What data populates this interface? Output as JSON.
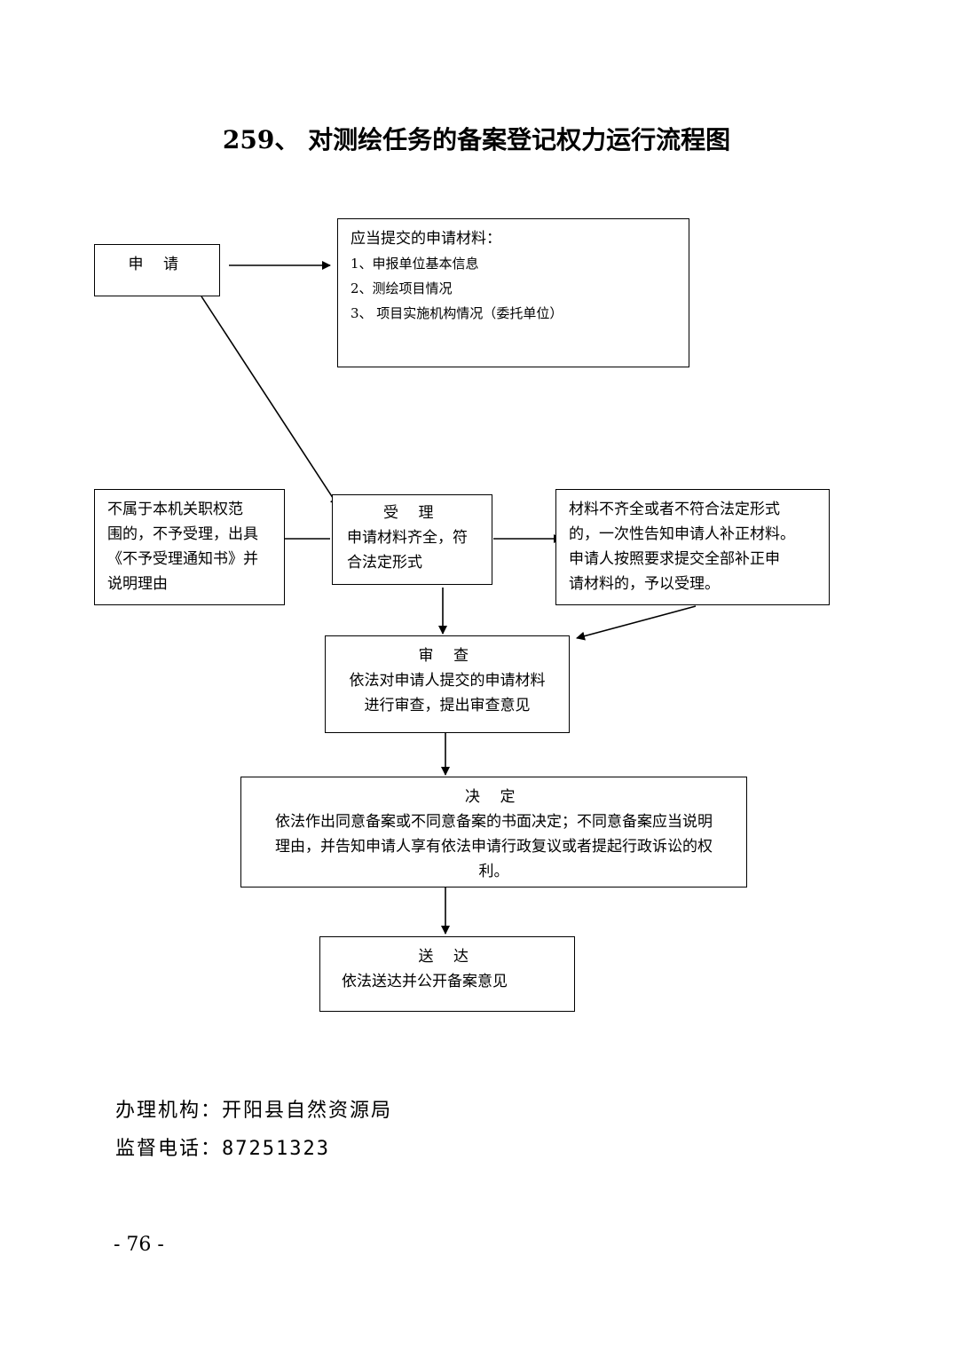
{
  "title": "259、 对测绘任务的备案登记权力运行流程图",
  "nodes": {
    "apply": {
      "label": "申 请"
    },
    "materials": {
      "heading": "应当提交的申请材料：",
      "items": [
        "1、申报单位基本信息",
        "2、测绘项目情况",
        "3、 项目实施机构情况（委托单位）"
      ]
    },
    "accept": {
      "label": "受 理",
      "lines": [
        "申请材料齐全，符",
        "合法定形式"
      ]
    },
    "reject": {
      "lines": [
        "不属于本机关职权范",
        "围的，不予受理，出具",
        "《不予受理通知书》并",
        "说明理由"
      ]
    },
    "incomplete": {
      "lines": [
        "材料不齐全或者不符合法定形式",
        "的，一次性告知申请人补正材料。",
        "申请人按照要求提交全部补正申",
        "请材料的，予以受理。"
      ]
    },
    "review": {
      "label": "审 查",
      "lines": [
        "依法对申请人提交的申请材料",
        "进行审查，提出审查意见"
      ]
    },
    "decision": {
      "label": "决 定",
      "lines": [
        "依法作出同意备案或不同意备案的书面决定；不同意备案应当说明",
        "理由，并告知申请人享有依法申请行政复议或者提起行政诉讼的权",
        "利。"
      ]
    },
    "deliver": {
      "label": "送 达",
      "lines": [
        "依法送达并公开备案意见"
      ]
    }
  },
  "footer": {
    "agency": "办理机构：开阳县自然资源局",
    "phone": "监督电话：87251323"
  },
  "page_number": "- 76 -"
}
